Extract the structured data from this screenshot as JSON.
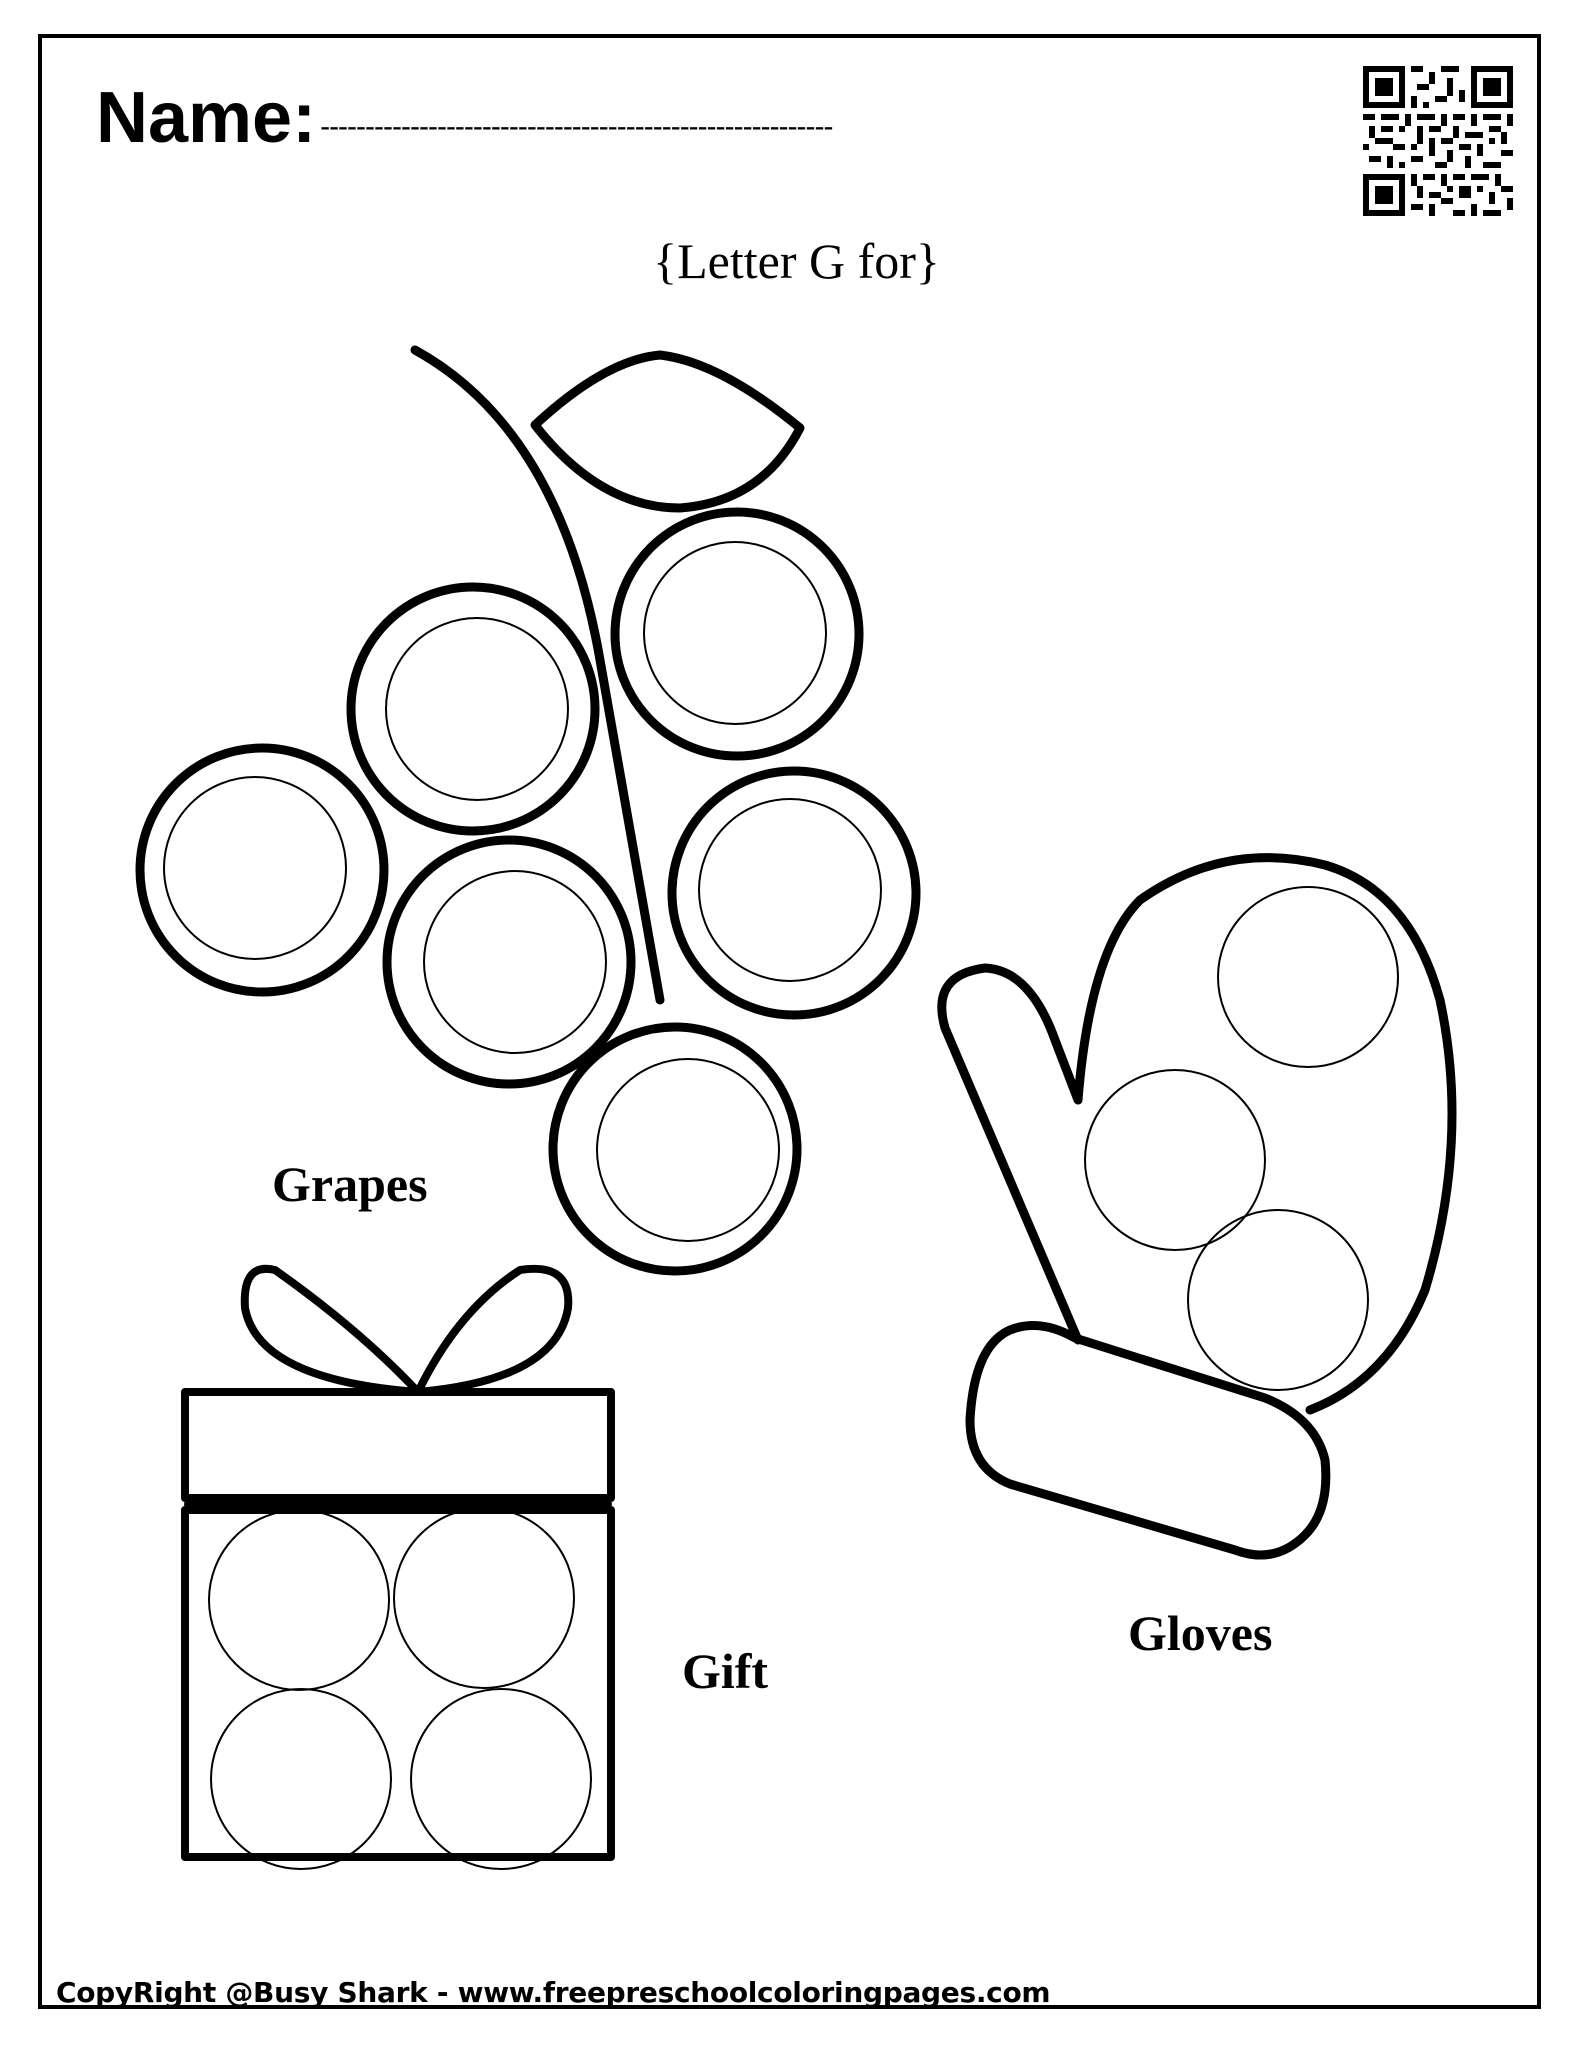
{
  "worksheet": {
    "name_label": "Name:",
    "name_line": "---------------------------------------------------------",
    "subtitle": "{Letter G for}",
    "items": [
      {
        "label": "Grapes"
      },
      {
        "label": "Gift"
      },
      {
        "label": "Gloves"
      }
    ],
    "qr_icon": "qr-code-icon",
    "footer": "CopyRight @Busy Shark - www.freepreschoolcoloringpages.com"
  }
}
